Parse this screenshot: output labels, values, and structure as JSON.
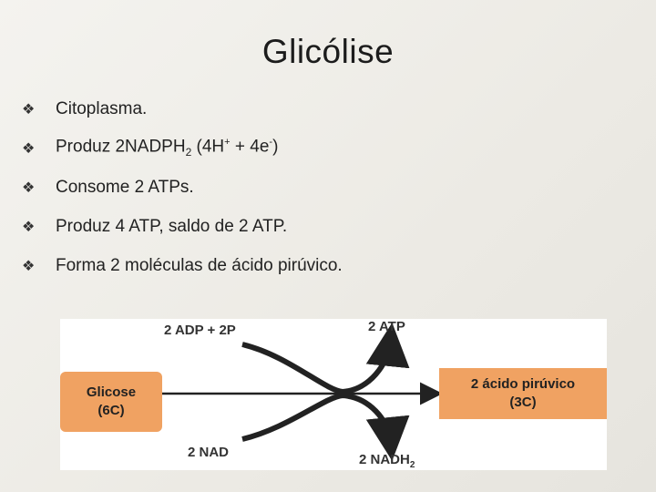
{
  "slide": {
    "title": "Glicólise"
  },
  "bullet_icon": "diamond-bullet-icon",
  "bullets": [
    {
      "parts": [
        "Citoplasma."
      ]
    },
    {
      "text": "Produz 2NADPH",
      "sub": "2",
      "mid": " (4H",
      "sup1": "+",
      "mid2": " + 4e",
      "sup2": "-",
      "end": ")"
    },
    {
      "parts": [
        "Consome 2 ATPs."
      ]
    },
    {
      "parts": [
        "Produz 4 ATP, saldo de 2 ATP."
      ]
    },
    {
      "parts": [
        "Forma 2 moléculas de ácido pirúvico."
      ]
    }
  ],
  "diagram": {
    "input_top": "2 ADP + 2P",
    "output_top": "2 ATP",
    "input_bottom": "2 NAD",
    "output_bottom": "2 NADH",
    "output_bottom_sub": "2",
    "left_box": {
      "line1": "Glicose",
      "line2": "(6C)"
    },
    "right_box": {
      "line1": "2 ácido pirúvico",
      "line2": "(3C)"
    },
    "colors": {
      "box": "#f0a262",
      "arrow": "#222222"
    }
  }
}
